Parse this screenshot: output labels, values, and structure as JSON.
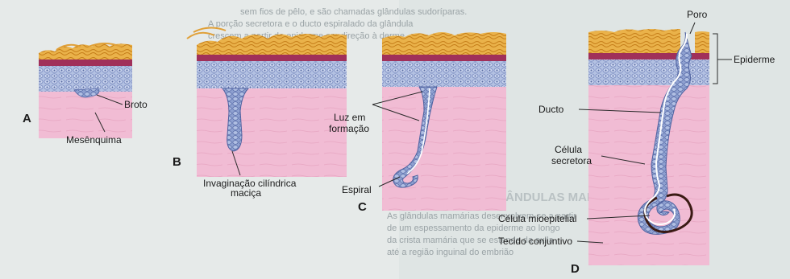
{
  "labels": {
    "broto": "Broto",
    "mesenquima": "Mesênquima",
    "invaginacao": [
      "Invaginação cilíndrica",
      "maciça"
    ],
    "luz_em_formacao": [
      "Luz em",
      "formação"
    ],
    "espiral": "Espiral",
    "poro": "Poro",
    "epiderme": "Epiderme",
    "ducto": "Ducto",
    "celula_secretora": [
      "Célula",
      "secretora"
    ],
    "celula_mioepitelial": "Célula mioepitelial",
    "tecido_conjuntivo": "Tecido conjuntivo"
  },
  "panels": [
    "A",
    "B",
    "C",
    "D"
  ],
  "background_text": {
    "heading": "FORMAÇÃO DAS GLÂNDULAS MAMÁRIAS",
    "lines": [
      "sem fios de pêlo, e são chamadas glândulas sudoríparas.",
      "A porção secretora e o ducto espiralado da glândula",
      "crescem a partir da epiderme em direção à derme",
      "As glândulas mamárias desenvolvem-se a partir",
      "de um espessamento da epiderme ao longo",
      "da crista mamária que se estende da axila",
      "até a região inguinal do embrião"
    ]
  },
  "colors": {
    "dermis": "#f1bcd4",
    "epithelium": "#a8b8dc",
    "epithelium_dark": "#5f74ad",
    "keratin": "#e8a93a",
    "basal_band": "#a0305a",
    "lumen": "#ffffff"
  }
}
